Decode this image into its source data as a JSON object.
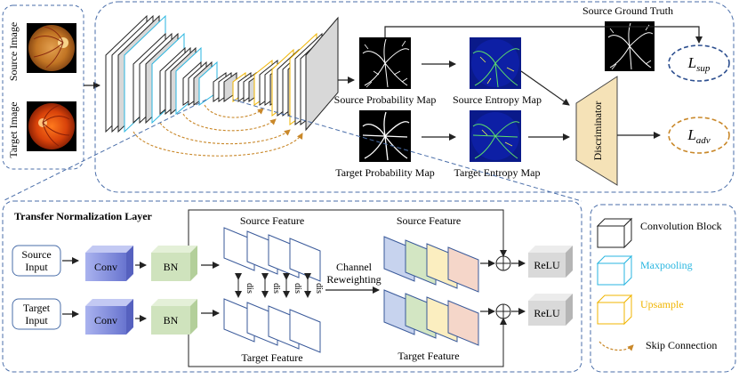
{
  "inputs_panel": {
    "source_label": "Source Image",
    "target_label": "Target Image"
  },
  "top_panel": {
    "source_ground_truth": "Source Ground Truth",
    "source_probability_map": "Source Probability Map",
    "source_entropy_map": "Source Entropy Map",
    "target_probability_map": "Target Probability Map",
    "target_entropy_map": "Target Entropy Map",
    "discriminator": "Discriminator",
    "loss_sup": {
      "base": "L",
      "sub": "sup"
    },
    "loss_adv": {
      "base": "L",
      "sub": "adv"
    }
  },
  "tnl_panel": {
    "title": "Transfer Normalization Layer",
    "source_input": [
      "Source",
      "Input"
    ],
    "target_input": [
      "Target",
      "Input"
    ],
    "conv": "Conv",
    "bn": "BN",
    "source_feature": "Source Feature",
    "target_feature": "Target Feature",
    "dis": "dis",
    "channel_reweighting": [
      "Channel",
      "Reweighting"
    ],
    "relu": "ReLU",
    "colors": {
      "conv": "#7b86d6",
      "bn": "#cfe3bd",
      "feat_blue": "#c7d3ee",
      "feat_green": "#d3e6c3",
      "feat_yellow": "#fbeec0",
      "feat_pink": "#f5d6c9",
      "relu": "#d9d9d9"
    }
  },
  "legend": {
    "convolution_block": "Convolution Block",
    "maxpooling": "Maxpooling",
    "upsample": "Upsample",
    "skip_connection": "Skip Connection",
    "colors": {
      "maxpooling": "#29b6e0",
      "upsample": "#f0b400",
      "skip": "#c9882a",
      "dashed_panel": "#4a6ea9"
    }
  }
}
